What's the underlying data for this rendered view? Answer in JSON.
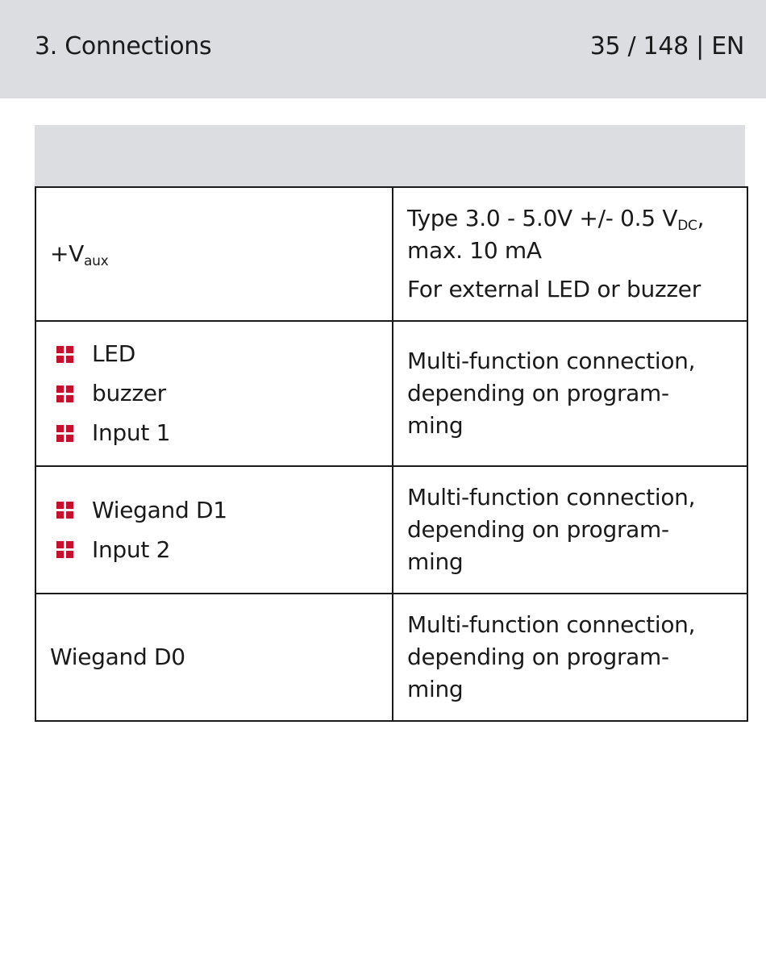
{
  "header": {
    "section": "3. Connections",
    "page": "35 / 148 | EN"
  },
  "table": {
    "rows": [
      {
        "label_main": "+V",
        "label_sub": "aux",
        "desc_1_main": "Type 3.0 - 5.0V +/- 0.5 V",
        "desc_1_sub": "DC",
        "desc_1_tail": ",",
        "desc_2": "max. 10 mA",
        "desc_3": "For external LED or buzzer"
      },
      {
        "items": [
          "LED",
          "buzzer",
          "Input 1"
        ],
        "desc_lines": [
          "Multi-function connection,",
          "depending on program-",
          "ming"
        ]
      },
      {
        "items": [
          "Wiegand D1",
          "Input 2"
        ],
        "desc_lines": [
          "Multi-function connection,",
          "depending on program-",
          "ming"
        ]
      },
      {
        "label": "Wiegand D0",
        "desc_lines": [
          "Multi-function connection,",
          "depending on program-",
          "ming"
        ]
      }
    ]
  },
  "colors": {
    "header_bg": "#dcdde0",
    "bullet": "#c8102e",
    "border": "#1a1a1a"
  },
  "icons": {
    "bullet": "red-square-grid-icon"
  }
}
